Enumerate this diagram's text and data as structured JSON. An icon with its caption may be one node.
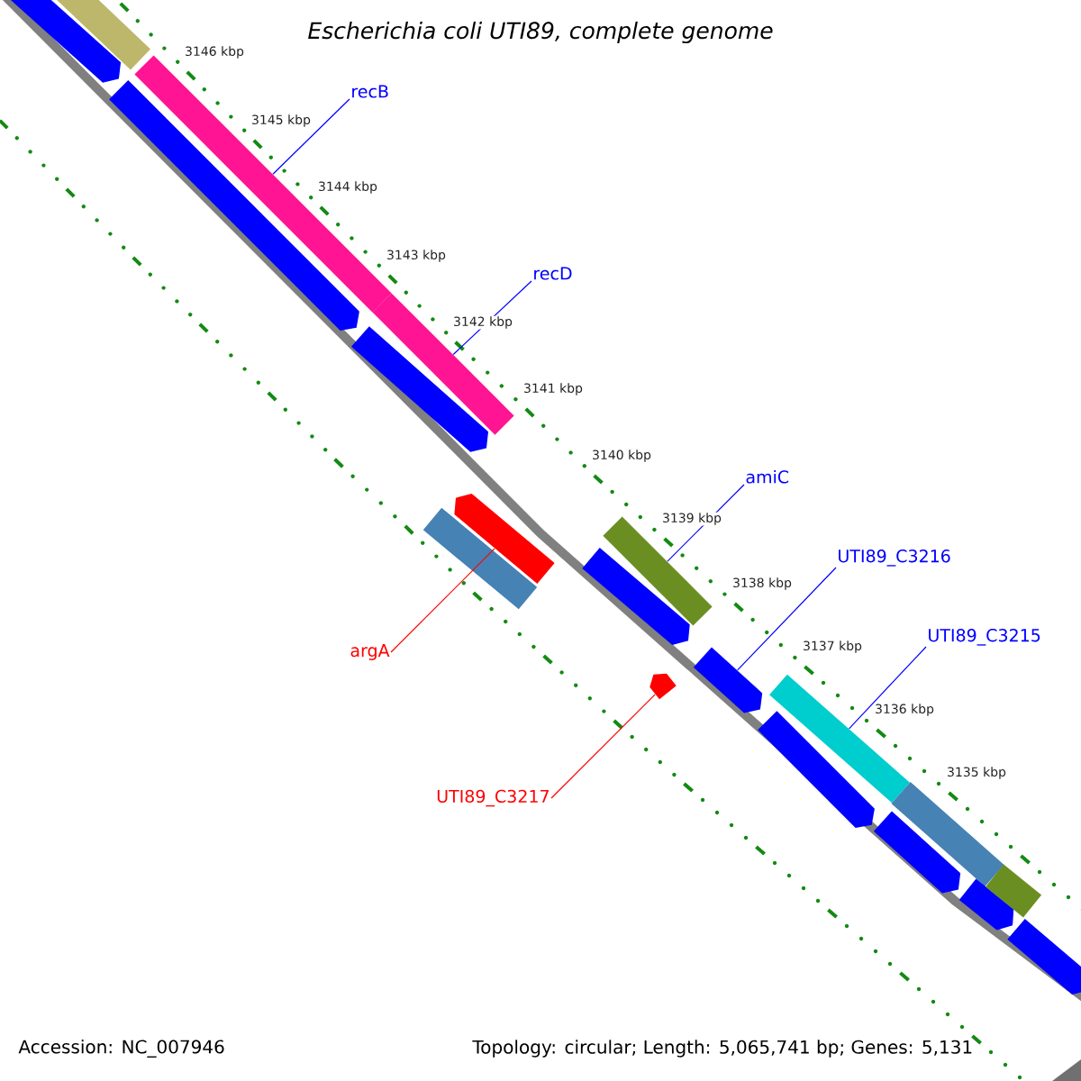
{
  "diagram": {
    "title": "Escherichia coli UTI89, complete genome",
    "nodes": [
      {
        "text": [
          "recB"
        ]
      },
      {
        "text": [
          "recD"
        ]
      },
      {
        "text": [
          "amiC"
        ]
      },
      {
        "text": [
          "UTI89_C3216"
        ]
      },
      {
        "text": [
          "UTI89_C3215"
        ]
      },
      {
        "text": [
          "argA"
        ]
      },
      {
        "text": [
          "UTI89_C3217"
        ]
      },
      {
        "text": [],
        "shape": "bar"
      },
      {
        "text": [],
        "shape": "bar"
      },
      {
        "text": [],
        "shape": "bar"
      },
      {
        "text": [],
        "shape": "bar"
      },
      {
        "text": [],
        "shape": "bar"
      },
      {
        "text": [],
        "shape": "bar"
      },
      {
        "text": [],
        "shape": "bar"
      },
      {
        "text": [],
        "shape": "bar"
      },
      {
        "text": [],
        "shape": "bar"
      },
      {
        "text": [],
        "shape": "bar"
      },
      {
        "text": [],
        "shape": "bar"
      },
      {
        "text": [],
        "shape": "bar"
      },
      {
        "text": [],
        "shape": "bar"
      },
      {
        "text": [],
        "shape": "bar"
      },
      {
        "text": [],
        "shape": "bar"
      },
      {
        "text": [],
        "shape": "bar"
      },
      {
        "text": [],
        "shape": "bar"
      },
      {
        "text": [],
        "shape": "bar"
      },
      {
        "text": [],
        "shape": "bar"
      }
    ],
    "edges": [
      {
        "from": 0,
        "to": 7,
        "arrow": "none"
      },
      {
        "from": 1,
        "to": 8,
        "arrow": "none"
      },
      {
        "from": 2,
        "to": 9,
        "arrow": "none"
      },
      {
        "from": 3,
        "to": 10,
        "arrow": "none"
      },
      {
        "from": 4,
        "to": 11,
        "arrow": "none"
      },
      {
        "from": 5,
        "to": 12,
        "arrow": "none",
        "color": "#ff0000"
      },
      {
        "from": 6,
        "to": 13,
        "arrow": "none",
        "color": "#ff0000"
      }
    ],
    "labels": [
      "3146 kbp",
      "3145 kbp",
      "3144 kbp",
      "3143 kbp",
      "3142 kbp",
      "3141 kbp",
      "3140 kbp",
      "3139 kbp",
      "3138 kbp",
      "3137 kbp",
      "3136 kbp",
      "3135 kbp",
      "Accession: NC_007946",
      "Topology: circular; Length: 5,065,741 bp; Genes: 5,131"
    ]
  }
}
